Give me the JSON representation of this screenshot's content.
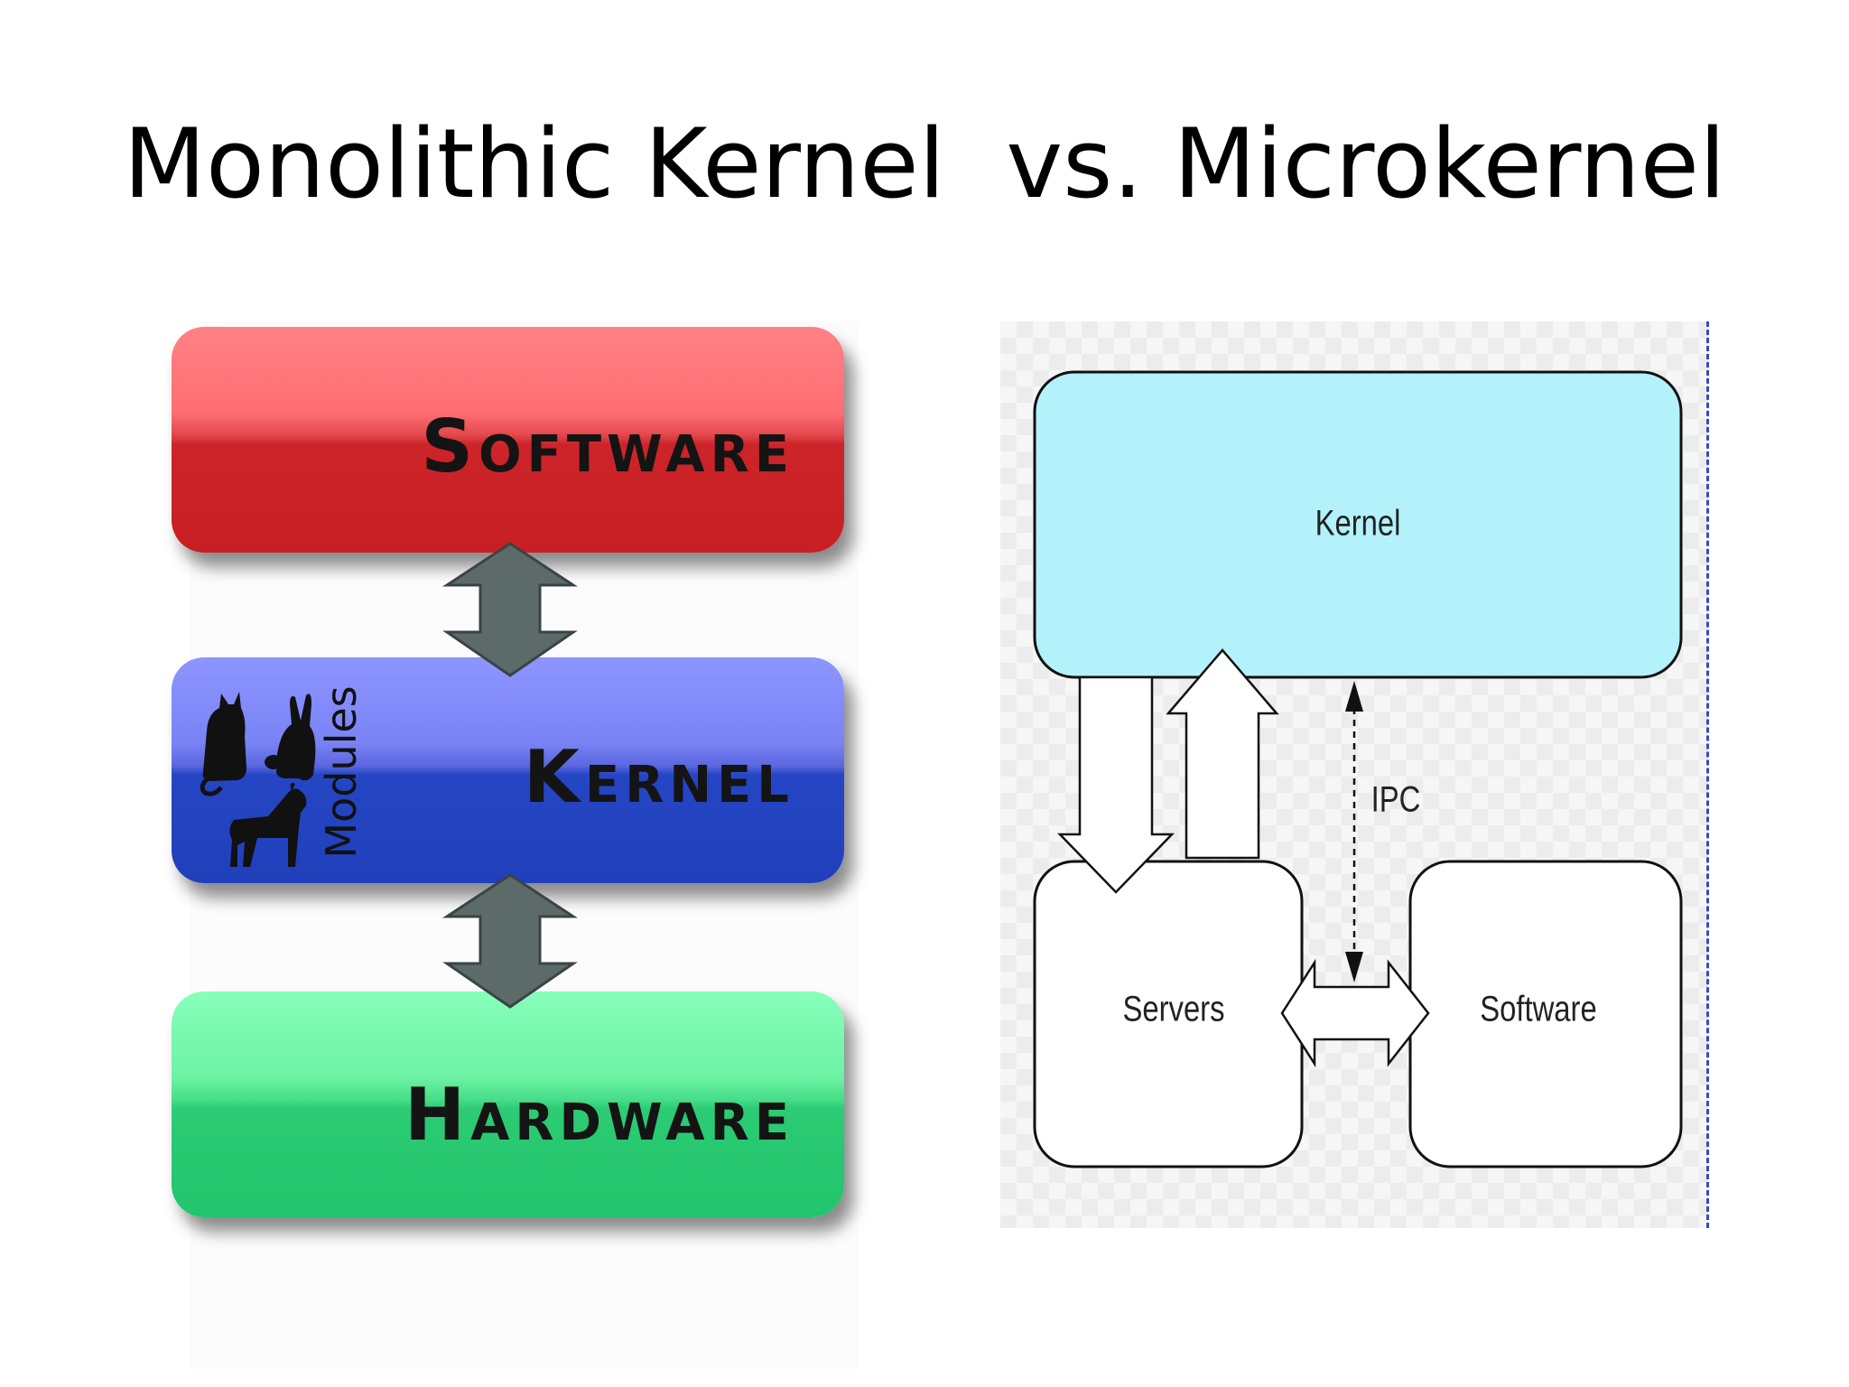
{
  "title": "Monolithic Kernel  vs. Microkernel",
  "monolithic": {
    "layers": {
      "software": "Software",
      "kernel": "Kernel",
      "hardware": "Hardware"
    },
    "modules_label": "Modules",
    "colors": {
      "software": "#c8202a",
      "kernel": "#2546c4",
      "hardware": "#2ccb74",
      "arrow": "#5d6a6a"
    }
  },
  "microkernel": {
    "kernel_label": "Kernel",
    "servers_label": "Servers",
    "software_label": "Software",
    "ipc_label": "IPC",
    "colors": {
      "kernel_fill": "#b3f1fb",
      "box_stroke": "#111111"
    }
  }
}
